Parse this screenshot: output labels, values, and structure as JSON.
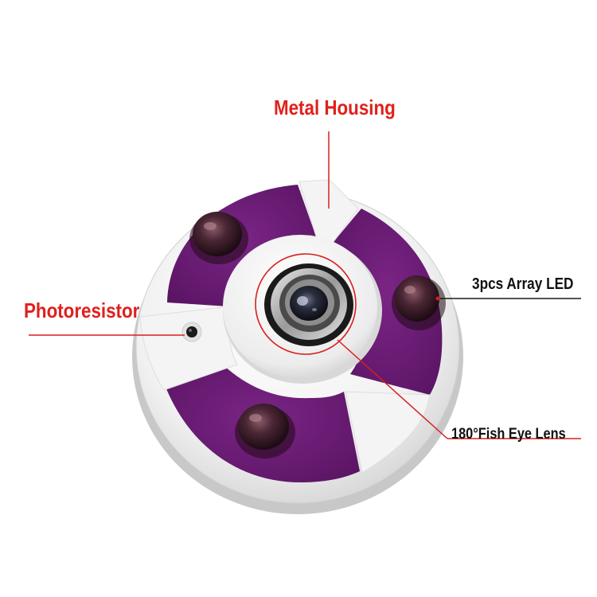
{
  "callouts": {
    "metal_housing": "Metal Housing",
    "photoresistor": "Photoresistor",
    "array_led": "3pcs Array LED",
    "fisheye_lens": "180°Fish Eye Lens"
  },
  "colors": {
    "red_label": "#e0201c",
    "black_label": "#111111",
    "housing_white": "#f4f4f4",
    "purple_panel": "#6a1a74",
    "led_dome": "#3a1e2a",
    "red_leader": "#d91e1e",
    "black_leader": "#1a1a1a"
  },
  "components": {
    "led_count": 3
  }
}
